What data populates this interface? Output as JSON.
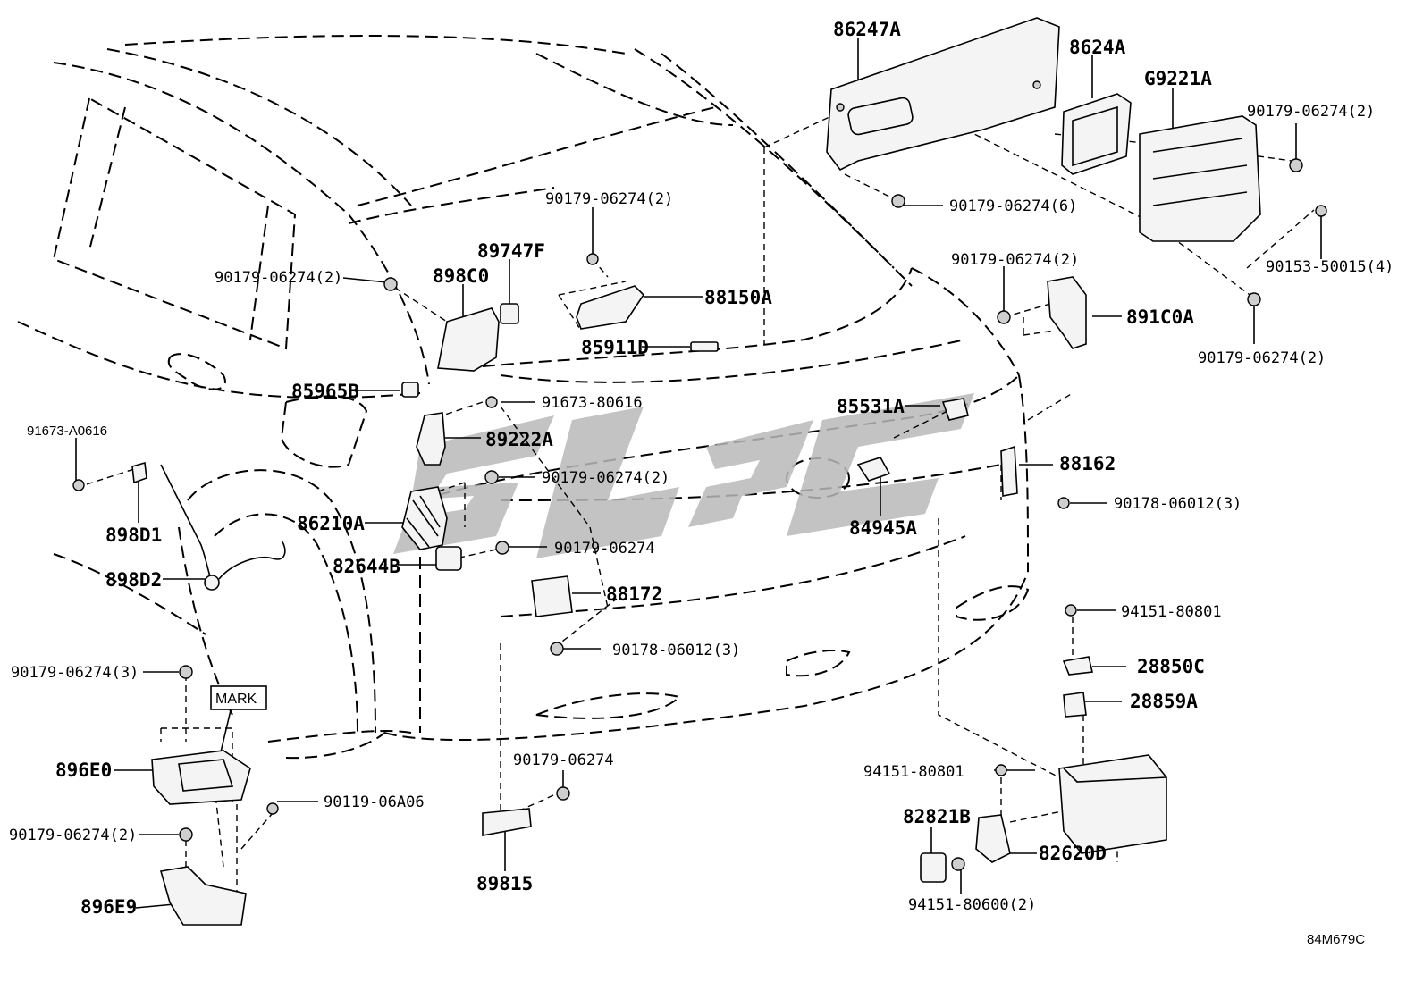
{
  "diagram": {
    "drawing_code": "84M679C",
    "mark_label": "MARK",
    "labels": {
      "p86247A": "86247A",
      "p8624A": "8624A",
      "pG9221A": "G9221A",
      "b90179_2_tr": "90179-06274(2)",
      "b90179_6": "90179-06274(6)",
      "b90153": "90153-50015(4)",
      "b90179_2_r2": "90179-06274(2)",
      "p891C0A": "891C0A",
      "b90179_2_r3": "90179-06274(2)",
      "b90179_2_top": "90179-06274(2)",
      "p89747F": "89747F",
      "b90179_2_left": "90179-06274(2)",
      "p898C0": "898C0",
      "p88150A": "88150A",
      "p85911D": "85911D",
      "p85965B": "85965B",
      "b91673_80616": "91673-80616",
      "b91673_A0616": "91673-A0616",
      "p89222A": "89222A",
      "b90179_2_mid": "90179-06274(2)",
      "p86210A": "86210A",
      "b90179_single1": "90179-06274",
      "p82644B": "82644B",
      "p898D1": "898D1",
      "p898D2": "898D2",
      "p88172": "88172",
      "b90178_3_mid": "90178-06012(3)",
      "p85531A": "85531A",
      "p88162": "88162",
      "b90178_3_right": "90178-06012(3)",
      "p84945A": "84945A",
      "b94151_80801_r": "94151-80801",
      "p28850C": "28850C",
      "p28859A": "28859A",
      "b90179_3": "90179-06274(3)",
      "p896E0": "896E0",
      "b90119": "90119-06A06",
      "b90179_2_bl": "90179-06274(2)",
      "p896E9": "896E9",
      "b90179_single2": "90179-06274",
      "p89815": "89815",
      "b94151_80801_c": "94151-80801",
      "p82821B": "82821B",
      "p82620D": "82620D",
      "b94151_80600": "94151-80600(2)"
    }
  }
}
